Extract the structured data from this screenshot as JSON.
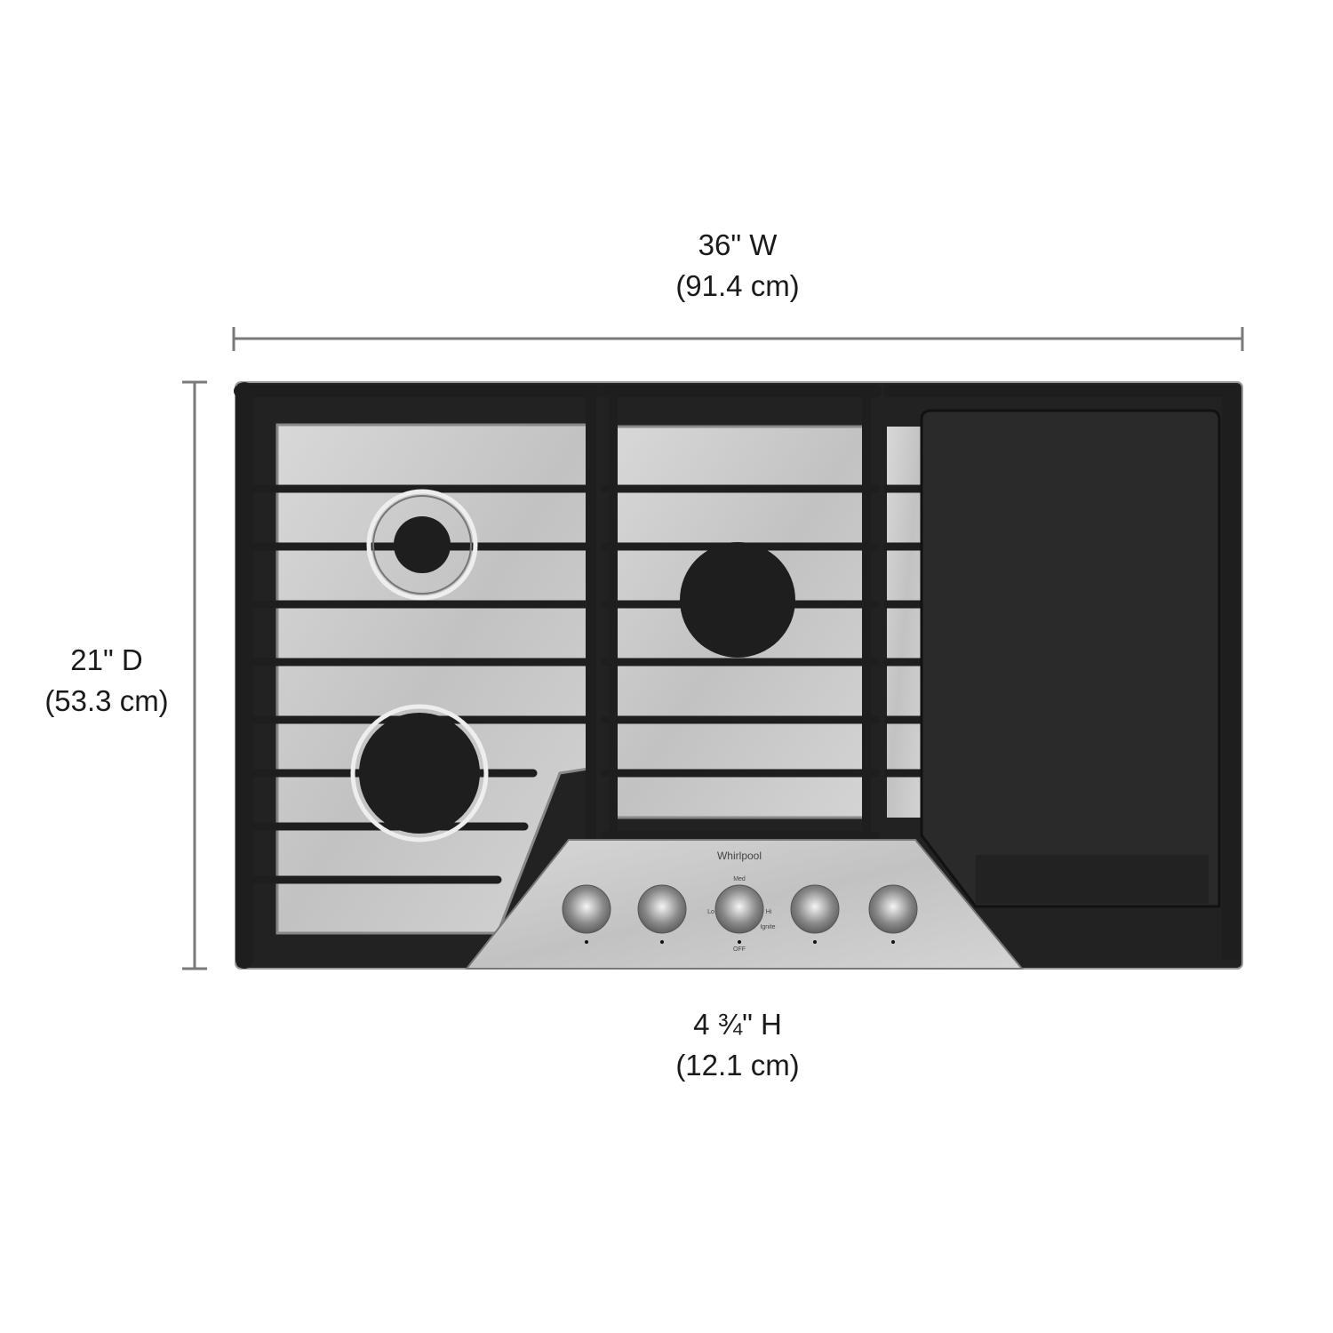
{
  "dimensions": {
    "width": {
      "imperial": "36\" W",
      "metric": "(91.4 cm)"
    },
    "depth": {
      "imperial": "21\" D",
      "metric": "(53.3 cm)"
    },
    "height": {
      "imperial": "4 ¾\" H",
      "metric": "(12.1 cm)"
    }
  },
  "product": {
    "brand_logo": "Whirlpool",
    "knob_labels": {
      "med": "Med",
      "lo": "Lo",
      "hi": "Hi",
      "ignite": "Ignite",
      "off": "OFF"
    },
    "knob_count": 5
  },
  "colors": {
    "grate": "#1e1e1e",
    "steel": "#c9c9c9",
    "dimension_line": "#7a7a7a",
    "text": "#1a1a1a"
  }
}
